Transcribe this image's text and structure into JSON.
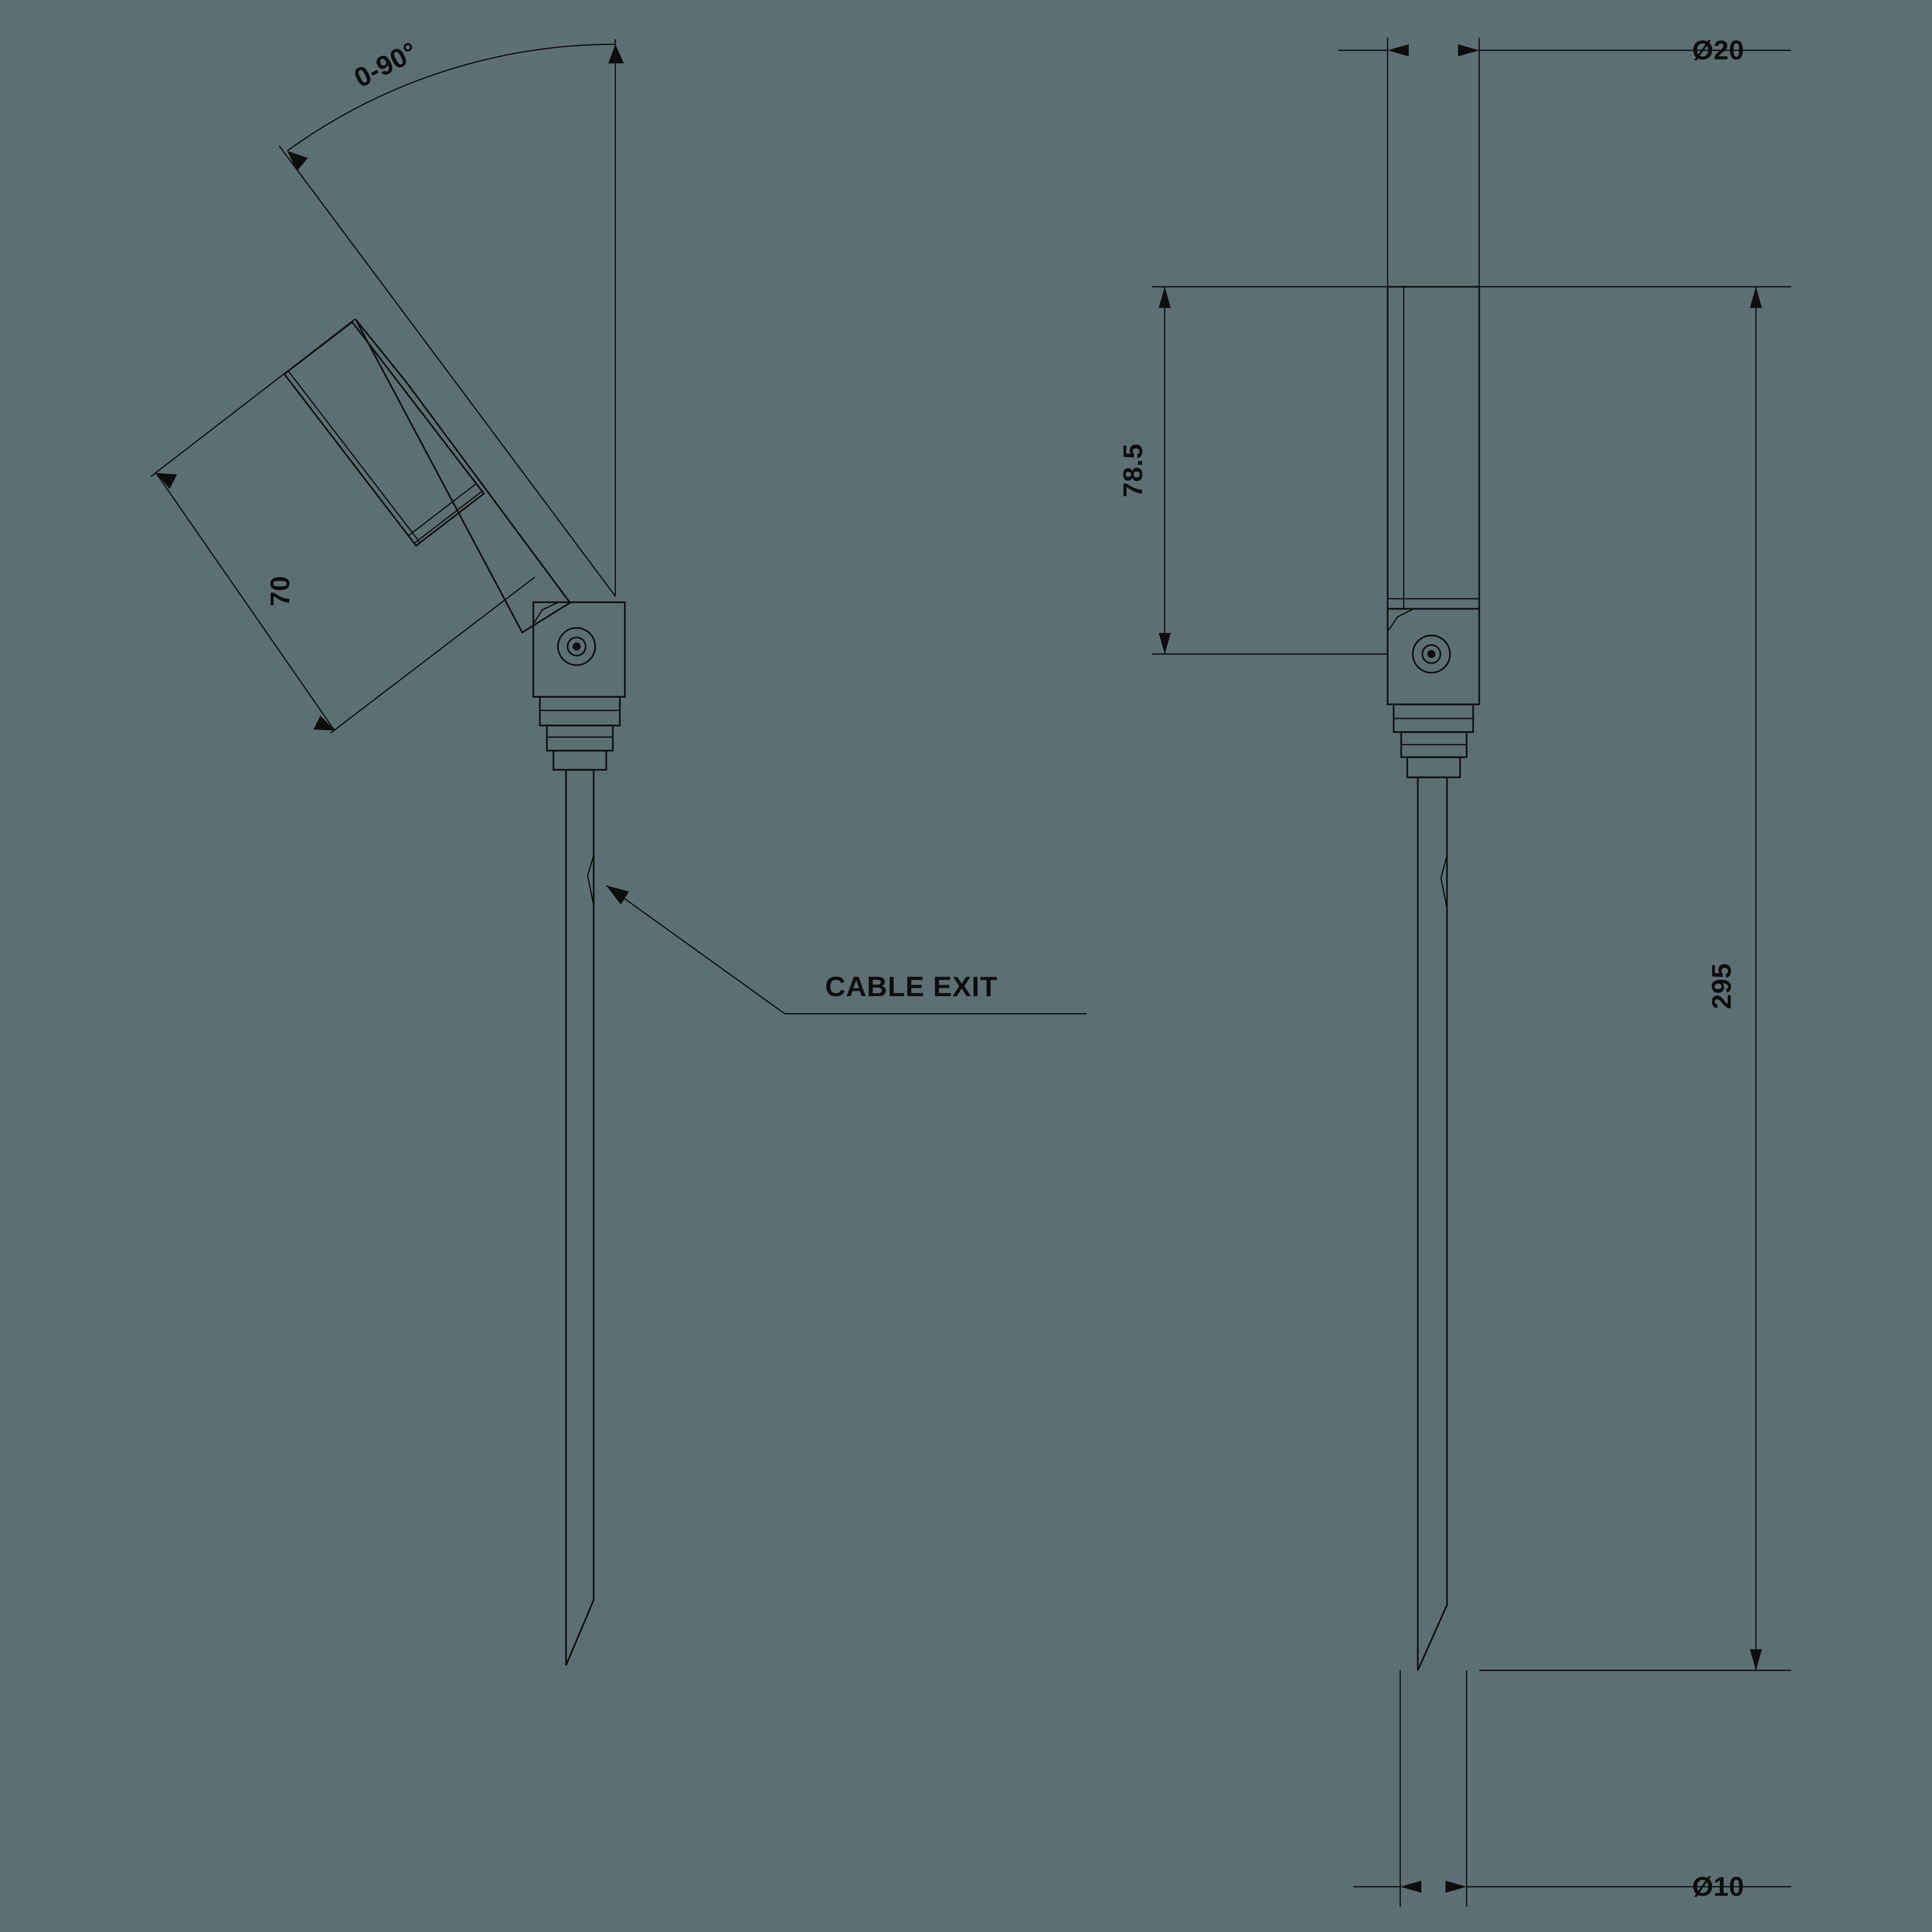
{
  "drawing": {
    "background_color": "#5c7073",
    "line_color": "#0d0d0d",
    "views": {
      "left": {
        "name": "tilted-spike-light-view",
        "annotations": {
          "angle_range": "0-90°",
          "head_length": "70",
          "cable_exit_label": "CABLE EXIT"
        }
      },
      "right": {
        "name": "upright-spike-light-view",
        "annotations": {
          "head_diameter": "Ø20",
          "head_height": "78.5",
          "total_length": "295",
          "spike_diameter": "Ø10"
        }
      }
    }
  }
}
